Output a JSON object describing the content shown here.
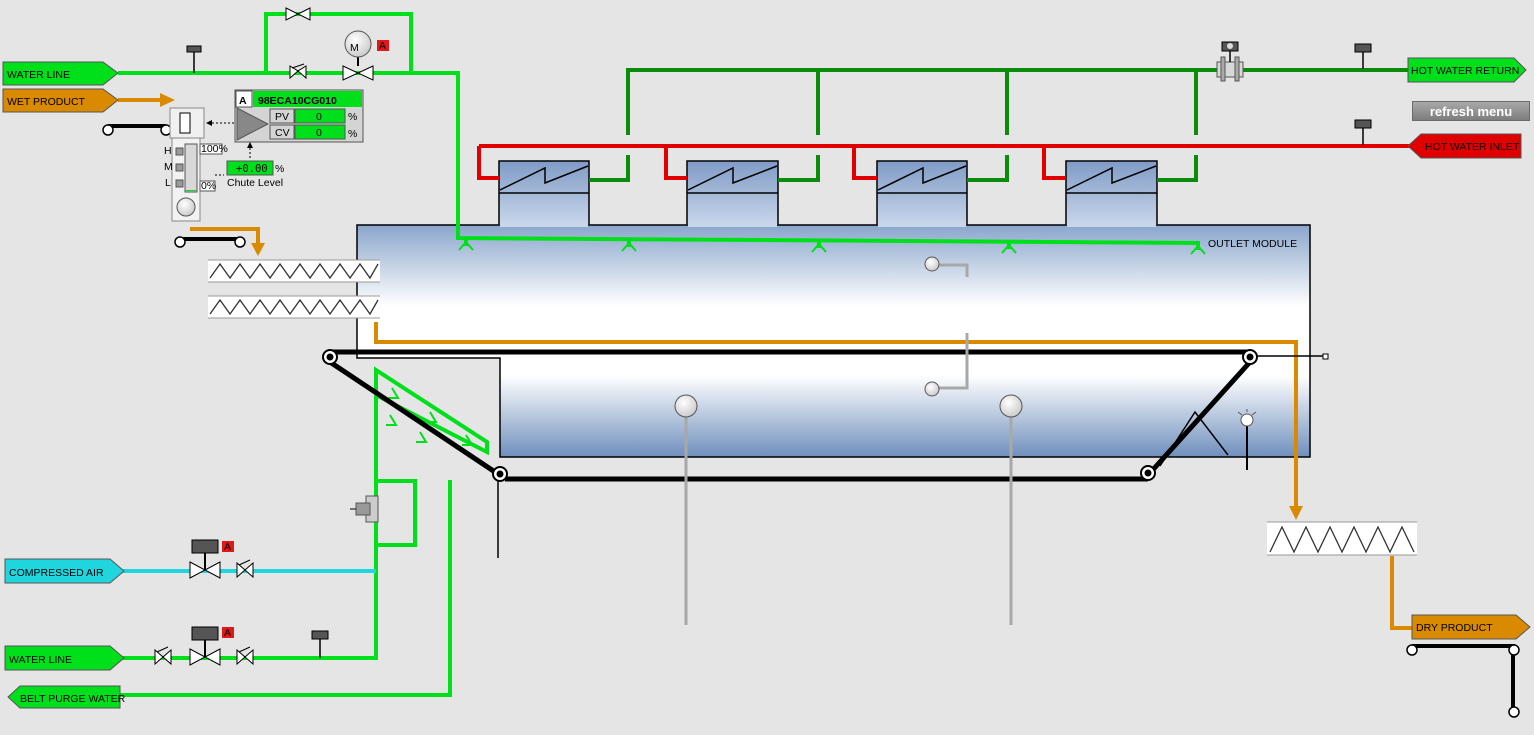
{
  "colors": {
    "background": "#e5e5e5",
    "water_line": "#00e01a",
    "hot_water_return": "#0a8c0a",
    "hot_water_inlet": "#e00000",
    "product": "#d98a00",
    "compressed_air": "#1fd6df",
    "belt": "#000000",
    "vessel": "#7e9cc4",
    "alarm": "#e01818",
    "button": "#8a8a8a"
  },
  "labels": {
    "water_line_top": "WATER LINE",
    "wet_product": "WET PRODUCT",
    "hot_water_return": "HOT WATER RETURN",
    "hot_water_inlet": "HOT WATER INLET",
    "compressed_air": "COMPRESSED AIR",
    "water_line_bottom": "WATER LINE",
    "belt_purge_water": "BELT PURGE WATER",
    "dry_product": "DRY PRODUCT",
    "outlet_module": "OUTLET MODULE",
    "chute_level": "Chute Level"
  },
  "faceplate": {
    "mode": "A",
    "tag": "98ECA10CG010",
    "pv_label": "PV",
    "pv_value": "0",
    "pv_unit": "%",
    "cv_label": "CV",
    "cv_value": "0",
    "cv_unit": "%"
  },
  "chute": {
    "level_value": "+0.00",
    "level_unit": "%",
    "high": "H",
    "mid": "M",
    "low": "L",
    "max_label": "100%",
    "min_label": "0%",
    "level_fraction": 0
  },
  "alarms": {
    "motor_valve": "A",
    "air_valve": "A",
    "water_valve": "A"
  },
  "motor": {
    "symbol": "M"
  },
  "menu": {
    "refresh": "refresh menu"
  },
  "icons": [
    "flow-transmitter-icon",
    "valve-icon",
    "check-valve-icon",
    "motor-icon",
    "pressure-gauge-icon",
    "temperature-sensor-icon",
    "actuator-icon"
  ]
}
